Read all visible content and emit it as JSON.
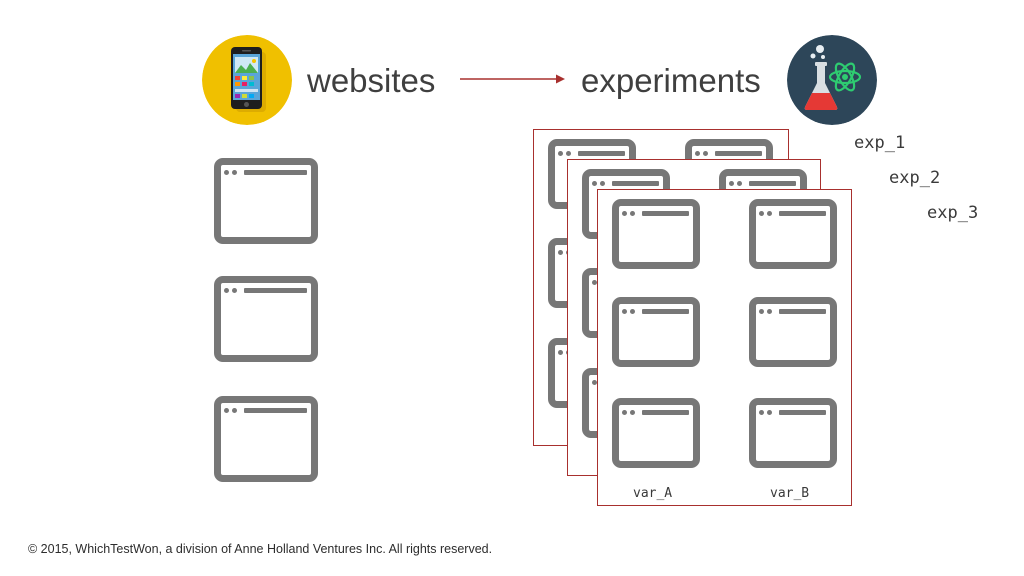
{
  "header": {
    "websites_label": "websites",
    "experiments_label": "experiments",
    "websites_icon": "smartphone-icon",
    "experiments_icon": "science-flask-atom-icon",
    "arrow_color": "#a8302e",
    "websites_circle_color": "#f0c000",
    "experiments_circle_color": "#2d4659"
  },
  "experiments": {
    "labels": [
      "exp_1",
      "exp_2",
      "exp_3"
    ],
    "variants": [
      "var_A",
      "var_B"
    ],
    "frame_color": "#a8302e"
  },
  "icon_color": "#777777",
  "footer": {
    "copyright": "© 2015, WhichTestWon, a division of Anne Holland Ventures Inc. All rights reserved."
  }
}
